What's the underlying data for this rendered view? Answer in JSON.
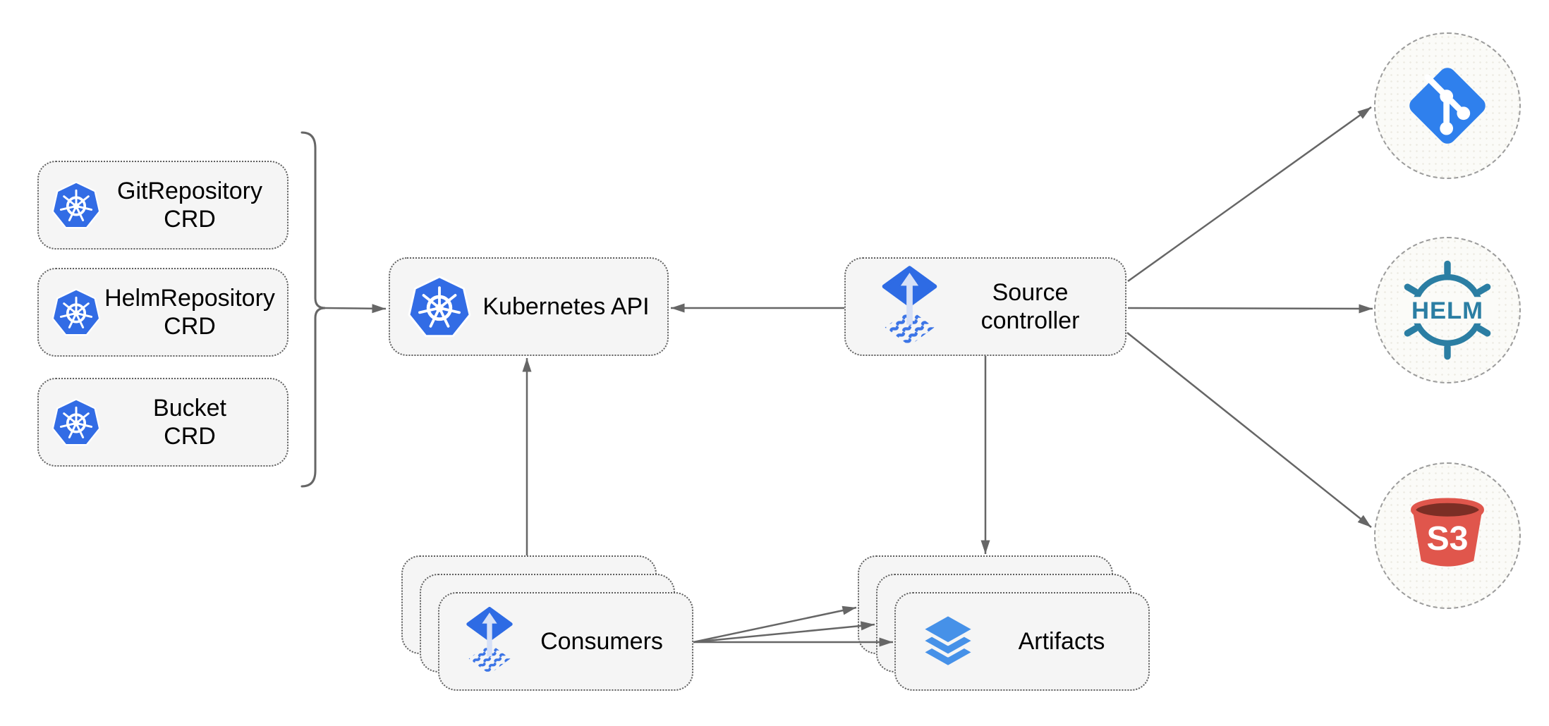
{
  "diagram": {
    "type": "architecture-diagram",
    "nodes": {
      "git_repository_crd": {
        "line1": "GitRepository",
        "line2": "CRD",
        "icon": "kubernetes-icon"
      },
      "helm_repository_crd": {
        "line1": "HelmRepository",
        "line2": "CRD",
        "icon": "kubernetes-icon"
      },
      "bucket_crd": {
        "line1": "Bucket",
        "line2": "CRD",
        "icon": "kubernetes-icon"
      },
      "kubernetes_api": {
        "label": "Kubernetes API",
        "icon": "kubernetes-icon"
      },
      "source_controller": {
        "line1": "Source",
        "line2": "controller",
        "icon": "flux-icon"
      },
      "consumers": {
        "label": "Consumers",
        "icon": "flux-icon",
        "stacked": true
      },
      "artifacts": {
        "label": "Artifacts",
        "icon": "layers-icon",
        "stacked": true
      }
    },
    "external_endpoints": {
      "git": {
        "icon": "git-icon"
      },
      "helm": {
        "icon": "helm-icon",
        "label": "HELM"
      },
      "s3": {
        "icon": "s3-bucket-icon",
        "label": "S3"
      }
    },
    "edges": [
      {
        "from": "crd-group-bracket",
        "to": "kubernetes_api",
        "style": "arrow"
      },
      {
        "from": "source_controller",
        "to": "kubernetes_api",
        "style": "arrow"
      },
      {
        "from": "consumers",
        "to": "kubernetes_api",
        "style": "arrow"
      },
      {
        "from": "source_controller",
        "to": "artifacts",
        "style": "arrow"
      },
      {
        "from": "consumers",
        "to": "artifacts",
        "style": "arrow",
        "count": 3
      },
      {
        "from": "source_controller",
        "to": "git",
        "style": "arrow"
      },
      {
        "from": "source_controller",
        "to": "helm",
        "style": "arrow"
      },
      {
        "from": "source_controller",
        "to": "s3",
        "style": "arrow"
      }
    ],
    "colors": {
      "kubernetes_blue": "#326CE5",
      "flux_blue": "#2E6BE4",
      "flux_wave_blue": "#3B74E6",
      "git_blue": "#2F80ED",
      "helm_teal": "#2B7EA3",
      "s3_red": "#E0564C",
      "s3_dark_red": "#7C2E25",
      "layers_blue": "#4691E8",
      "connector_gray": "#666666",
      "node_fill": "#F5F5F5",
      "node_border": "#5F5F5F",
      "circle_fill": "#FBFBF8",
      "circle_border": "#9C9C9C",
      "label_color": "#000000"
    }
  }
}
